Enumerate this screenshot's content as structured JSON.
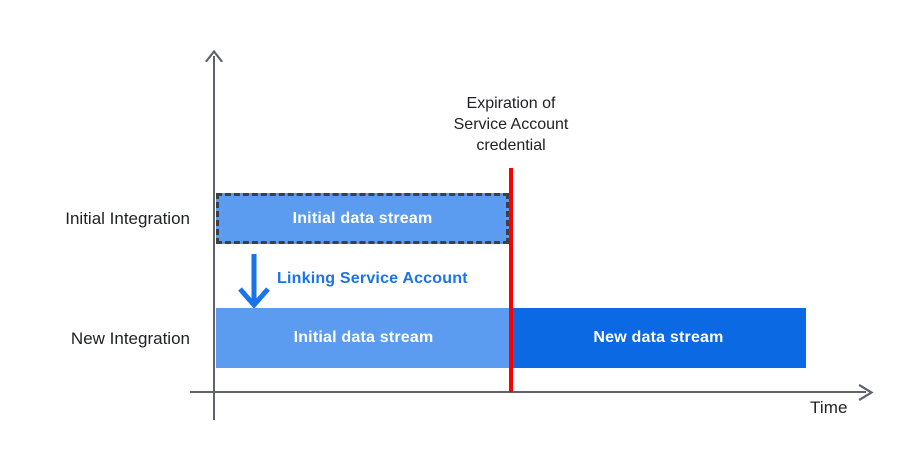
{
  "diagram": {
    "axes": {
      "x_label": "Time",
      "x_arrow_icon": "arrow-right-icon",
      "y_arrow_icon": "arrow-up-icon",
      "axis_color": "#5f6368"
    },
    "rows": [
      {
        "key": "initial",
        "label": "Initial Integration"
      },
      {
        "key": "new",
        "label": "New Integration"
      }
    ],
    "bars": [
      {
        "row": "initial",
        "label": "Initial data stream",
        "color": "#5b9bf0",
        "border": "dashed",
        "border_color": "#3c4043"
      },
      {
        "row": "new",
        "label": "Initial data stream",
        "color": "#5b9bf0",
        "border": "none"
      },
      {
        "row": "new",
        "label": "New data stream",
        "color": "#0a69e3",
        "border": "none"
      }
    ],
    "expiration": {
      "line_color": "#ff0000",
      "note_line_1": "Expiration of",
      "note_line_2": "Service Account",
      "note_line_3": "credential"
    },
    "linking": {
      "arrow_icon": "arrow-down-icon",
      "arrow_color": "#1a73e8",
      "label": "Linking Service Account",
      "label_color": "#1a73e8"
    }
  }
}
